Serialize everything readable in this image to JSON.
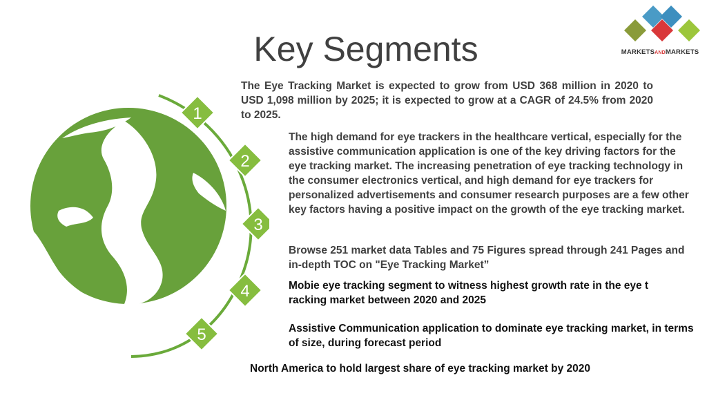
{
  "slide": {
    "title": "Key Segments"
  },
  "logo": {
    "text_left": "MARKETS",
    "text_mid": "AND",
    "text_right": "MARKETS",
    "colors": [
      "#4a9bc6",
      "#d9383a",
      "#9cc63b",
      "#8a9b3a"
    ]
  },
  "markers": [
    "1",
    "2",
    "3",
    "4",
    "5"
  ],
  "colors": {
    "marker_fill": "#86bd3f",
    "marker_stroke": "#ffffff",
    "arc": "#6aaa3a",
    "globe": "#68a13b"
  },
  "paragraphs": {
    "intro": "The Eye Tracking Market is expected to grow from USD 368 million in 2020 to USD 1,098 million by 2025; it is expected to grow at a CAGR of 24.5% from 2020 to 2025.",
    "driver": "The high demand for eye trackers in the healthcare vertical, especially for the assistive communication application is one of the key driving factors for the eye tracking market. The increasing penetration of eye tracking technology in the consumer electronics vertical, and high demand for eye trackers for personalized advertisements and consumer research purposes are a few other key factors having a positive impact on the growth of the eye tracking market.",
    "browse": "Browse 251 market data Tables and 75 Figures spread through 241 Pages and in-depth TOC on \"Eye Tracking Market”",
    "mobile": "Mobie eye tracking segment to witness highest growth rate in the eye t racking market between 2020 and 2025",
    "assistive": "Assistive Communication application to dominate eye tracking market, in terms of size, during forecast period",
    "north_america": "North America to hold largest share of eye tracking market by 2020"
  }
}
